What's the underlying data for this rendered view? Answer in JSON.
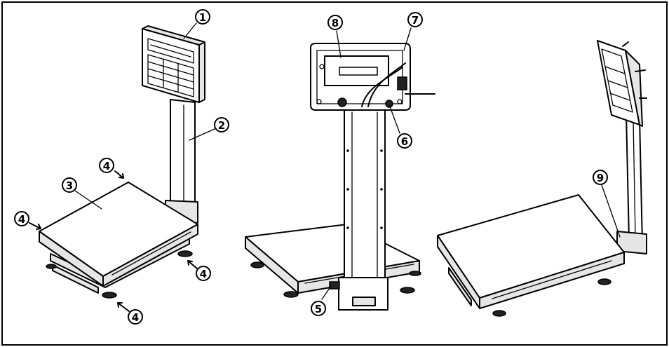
{
  "callouts": [
    {
      "id": "c1",
      "label": "1"
    },
    {
      "id": "c2",
      "label": "2"
    },
    {
      "id": "c3",
      "label": "3"
    },
    {
      "id": "c4a",
      "label": "4"
    },
    {
      "id": "c4b",
      "label": "4"
    },
    {
      "id": "c4c",
      "label": "4"
    },
    {
      "id": "c4d",
      "label": "4"
    },
    {
      "id": "c5",
      "label": "5"
    },
    {
      "id": "c6",
      "label": "6"
    },
    {
      "id": "c7",
      "label": "7"
    },
    {
      "id": "c8",
      "label": "8"
    },
    {
      "id": "c9",
      "label": "9"
    }
  ]
}
